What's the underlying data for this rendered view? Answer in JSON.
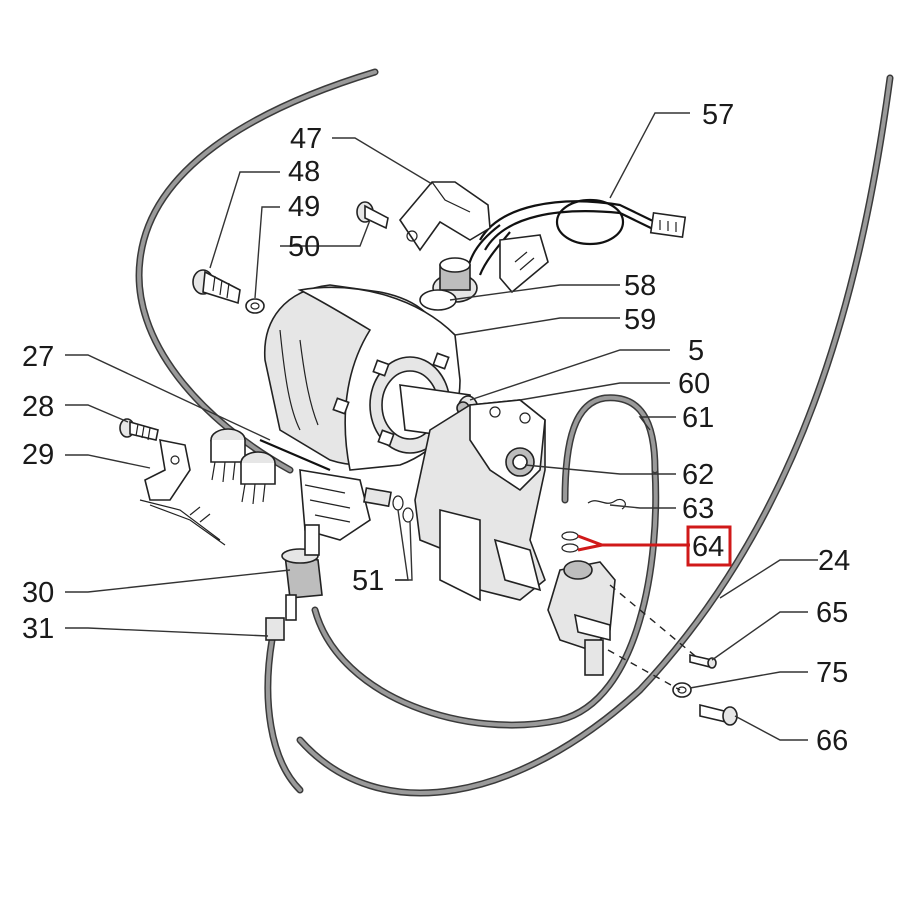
{
  "labels": {
    "p47": "47",
    "p48": "48",
    "p49": "49",
    "p50": "50",
    "p57": "57",
    "p58": "58",
    "p59": "59",
    "p5": "5",
    "p60": "60",
    "p61": "61",
    "p62": "62",
    "p63": "63",
    "p64": "64",
    "p24": "24",
    "p65": "65",
    "p75": "75",
    "p66": "66",
    "p27": "27",
    "p28": "28",
    "p29": "29",
    "p30": "30",
    "p31": "31",
    "p51": "51"
  },
  "highlight": {
    "part": "64",
    "color": "#d01919"
  }
}
